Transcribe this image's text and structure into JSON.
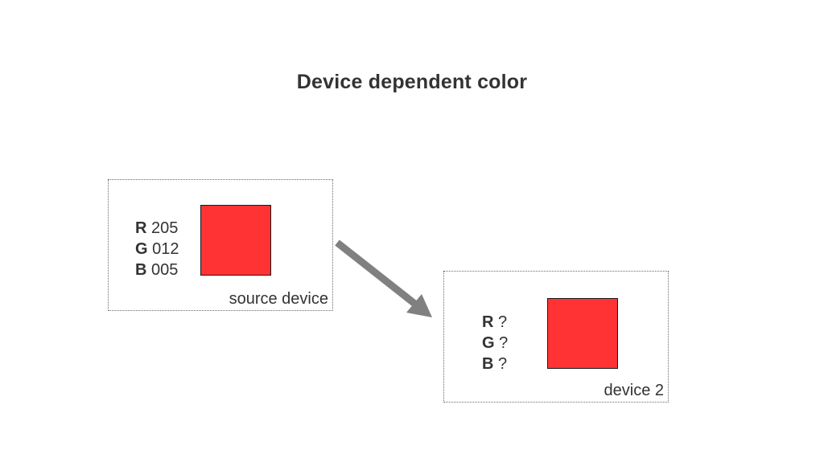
{
  "title": "Device dependent color",
  "source": {
    "label": "source device",
    "swatch_color": "#ff3333",
    "r_label": "R",
    "r_value": "205",
    "g_label": "G",
    "g_value": "012",
    "b_label": "B",
    "b_value": "005"
  },
  "destination": {
    "label": "device 2",
    "swatch_color": "#ff3333",
    "r_label": "R",
    "r_value": "?",
    "g_label": "G",
    "g_value": "?",
    "b_label": "B",
    "b_value": "?"
  },
  "colors": {
    "arrow": "#808080",
    "text": "#333333"
  }
}
